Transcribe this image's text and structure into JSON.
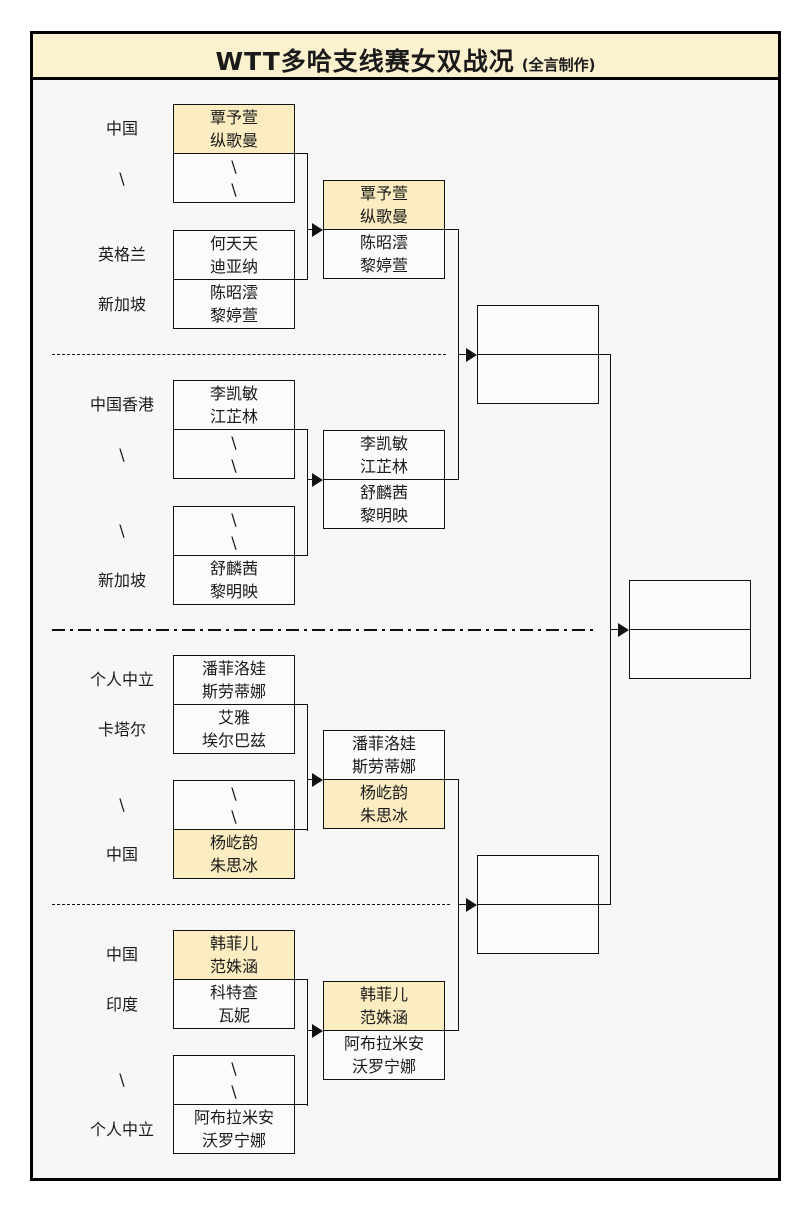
{
  "title": {
    "main": "WTT多哈支线赛女双战况",
    "credit": "(全言制作)"
  },
  "colors": {
    "header_bg": "#FCF1CF",
    "highlight": "#FBEDC1",
    "panel_bg": "#F7F7F8",
    "box_bg": "#FBFBFC",
    "line": "#111111"
  },
  "sections": [
    {
      "name": "quarter-1",
      "labels": [
        "中国",
        "\\",
        "英格兰",
        "新加坡"
      ],
      "round1": [
        {
          "slots": [
            {
              "lines": [
                "覃予萱",
                "纵歌曼"
              ],
              "highlight": true
            },
            {
              "lines": [
                "\\",
                "\\"
              ],
              "highlight": false
            }
          ]
        },
        {
          "slots": [
            {
              "lines": [
                "何天天",
                "迪亚纳"
              ],
              "highlight": false
            },
            {
              "lines": [
                "陈昭澐",
                "黎婷萱"
              ],
              "highlight": false
            }
          ]
        }
      ],
      "round2": {
        "slots": [
          {
            "lines": [
              "覃予萱",
              "纵歌曼"
            ],
            "highlight": true
          },
          {
            "lines": [
              "陈昭澐",
              "黎婷萱"
            ],
            "highlight": false
          }
        ]
      }
    },
    {
      "name": "quarter-2",
      "labels": [
        "中国香港",
        "\\",
        "\\",
        "新加坡"
      ],
      "round1": [
        {
          "slots": [
            {
              "lines": [
                "李凯敏",
                "江芷林"
              ],
              "highlight": false
            },
            {
              "lines": [
                "\\",
                "\\"
              ],
              "highlight": false
            }
          ]
        },
        {
          "slots": [
            {
              "lines": [
                "\\",
                "\\"
              ],
              "highlight": false
            },
            {
              "lines": [
                "舒麟茜",
                "黎明映"
              ],
              "highlight": false
            }
          ]
        }
      ],
      "round2": {
        "slots": [
          {
            "lines": [
              "李凯敏",
              "江芷林"
            ],
            "highlight": false
          },
          {
            "lines": [
              "舒麟茜",
              "黎明映"
            ],
            "highlight": false
          }
        ]
      }
    },
    {
      "name": "quarter-3",
      "labels": [
        "个人中立",
        "卡塔尔",
        "\\",
        "中国"
      ],
      "round1": [
        {
          "slots": [
            {
              "lines": [
                "潘菲洛娃",
                "斯劳蒂娜"
              ],
              "highlight": false
            },
            {
              "lines": [
                "艾雅",
                "埃尔巴兹"
              ],
              "highlight": false
            }
          ]
        },
        {
          "slots": [
            {
              "lines": [
                "\\",
                "\\"
              ],
              "highlight": false
            },
            {
              "lines": [
                "杨屹韵",
                "朱思冰"
              ],
              "highlight": true
            }
          ]
        }
      ],
      "round2": {
        "slots": [
          {
            "lines": [
              "潘菲洛娃",
              "斯劳蒂娜"
            ],
            "highlight": false
          },
          {
            "lines": [
              "杨屹韵",
              "朱思冰"
            ],
            "highlight": true
          }
        ]
      }
    },
    {
      "name": "quarter-4",
      "labels": [
        "中国",
        "印度",
        "\\",
        "个人中立"
      ],
      "round1": [
        {
          "slots": [
            {
              "lines": [
                "韩菲儿",
                "范姝涵"
              ],
              "highlight": true
            },
            {
              "lines": [
                "科特查",
                "瓦妮"
              ],
              "highlight": false
            }
          ]
        },
        {
          "slots": [
            {
              "lines": [
                "\\",
                "\\"
              ],
              "highlight": false
            },
            {
              "lines": [
                "阿布拉米安",
                "沃罗宁娜"
              ],
              "highlight": false
            }
          ]
        }
      ],
      "round2": {
        "slots": [
          {
            "lines": [
              "韩菲儿",
              "范姝涵"
            ],
            "highlight": true
          },
          {
            "lines": [
              "阿布拉米安",
              "沃罗宁娜"
            ],
            "highlight": false
          }
        ]
      }
    }
  ],
  "semifinals": [
    {
      "slots": [
        "",
        ""
      ]
    },
    {
      "slots": [
        "",
        ""
      ]
    }
  ],
  "final": {
    "slots": [
      "",
      ""
    ]
  }
}
